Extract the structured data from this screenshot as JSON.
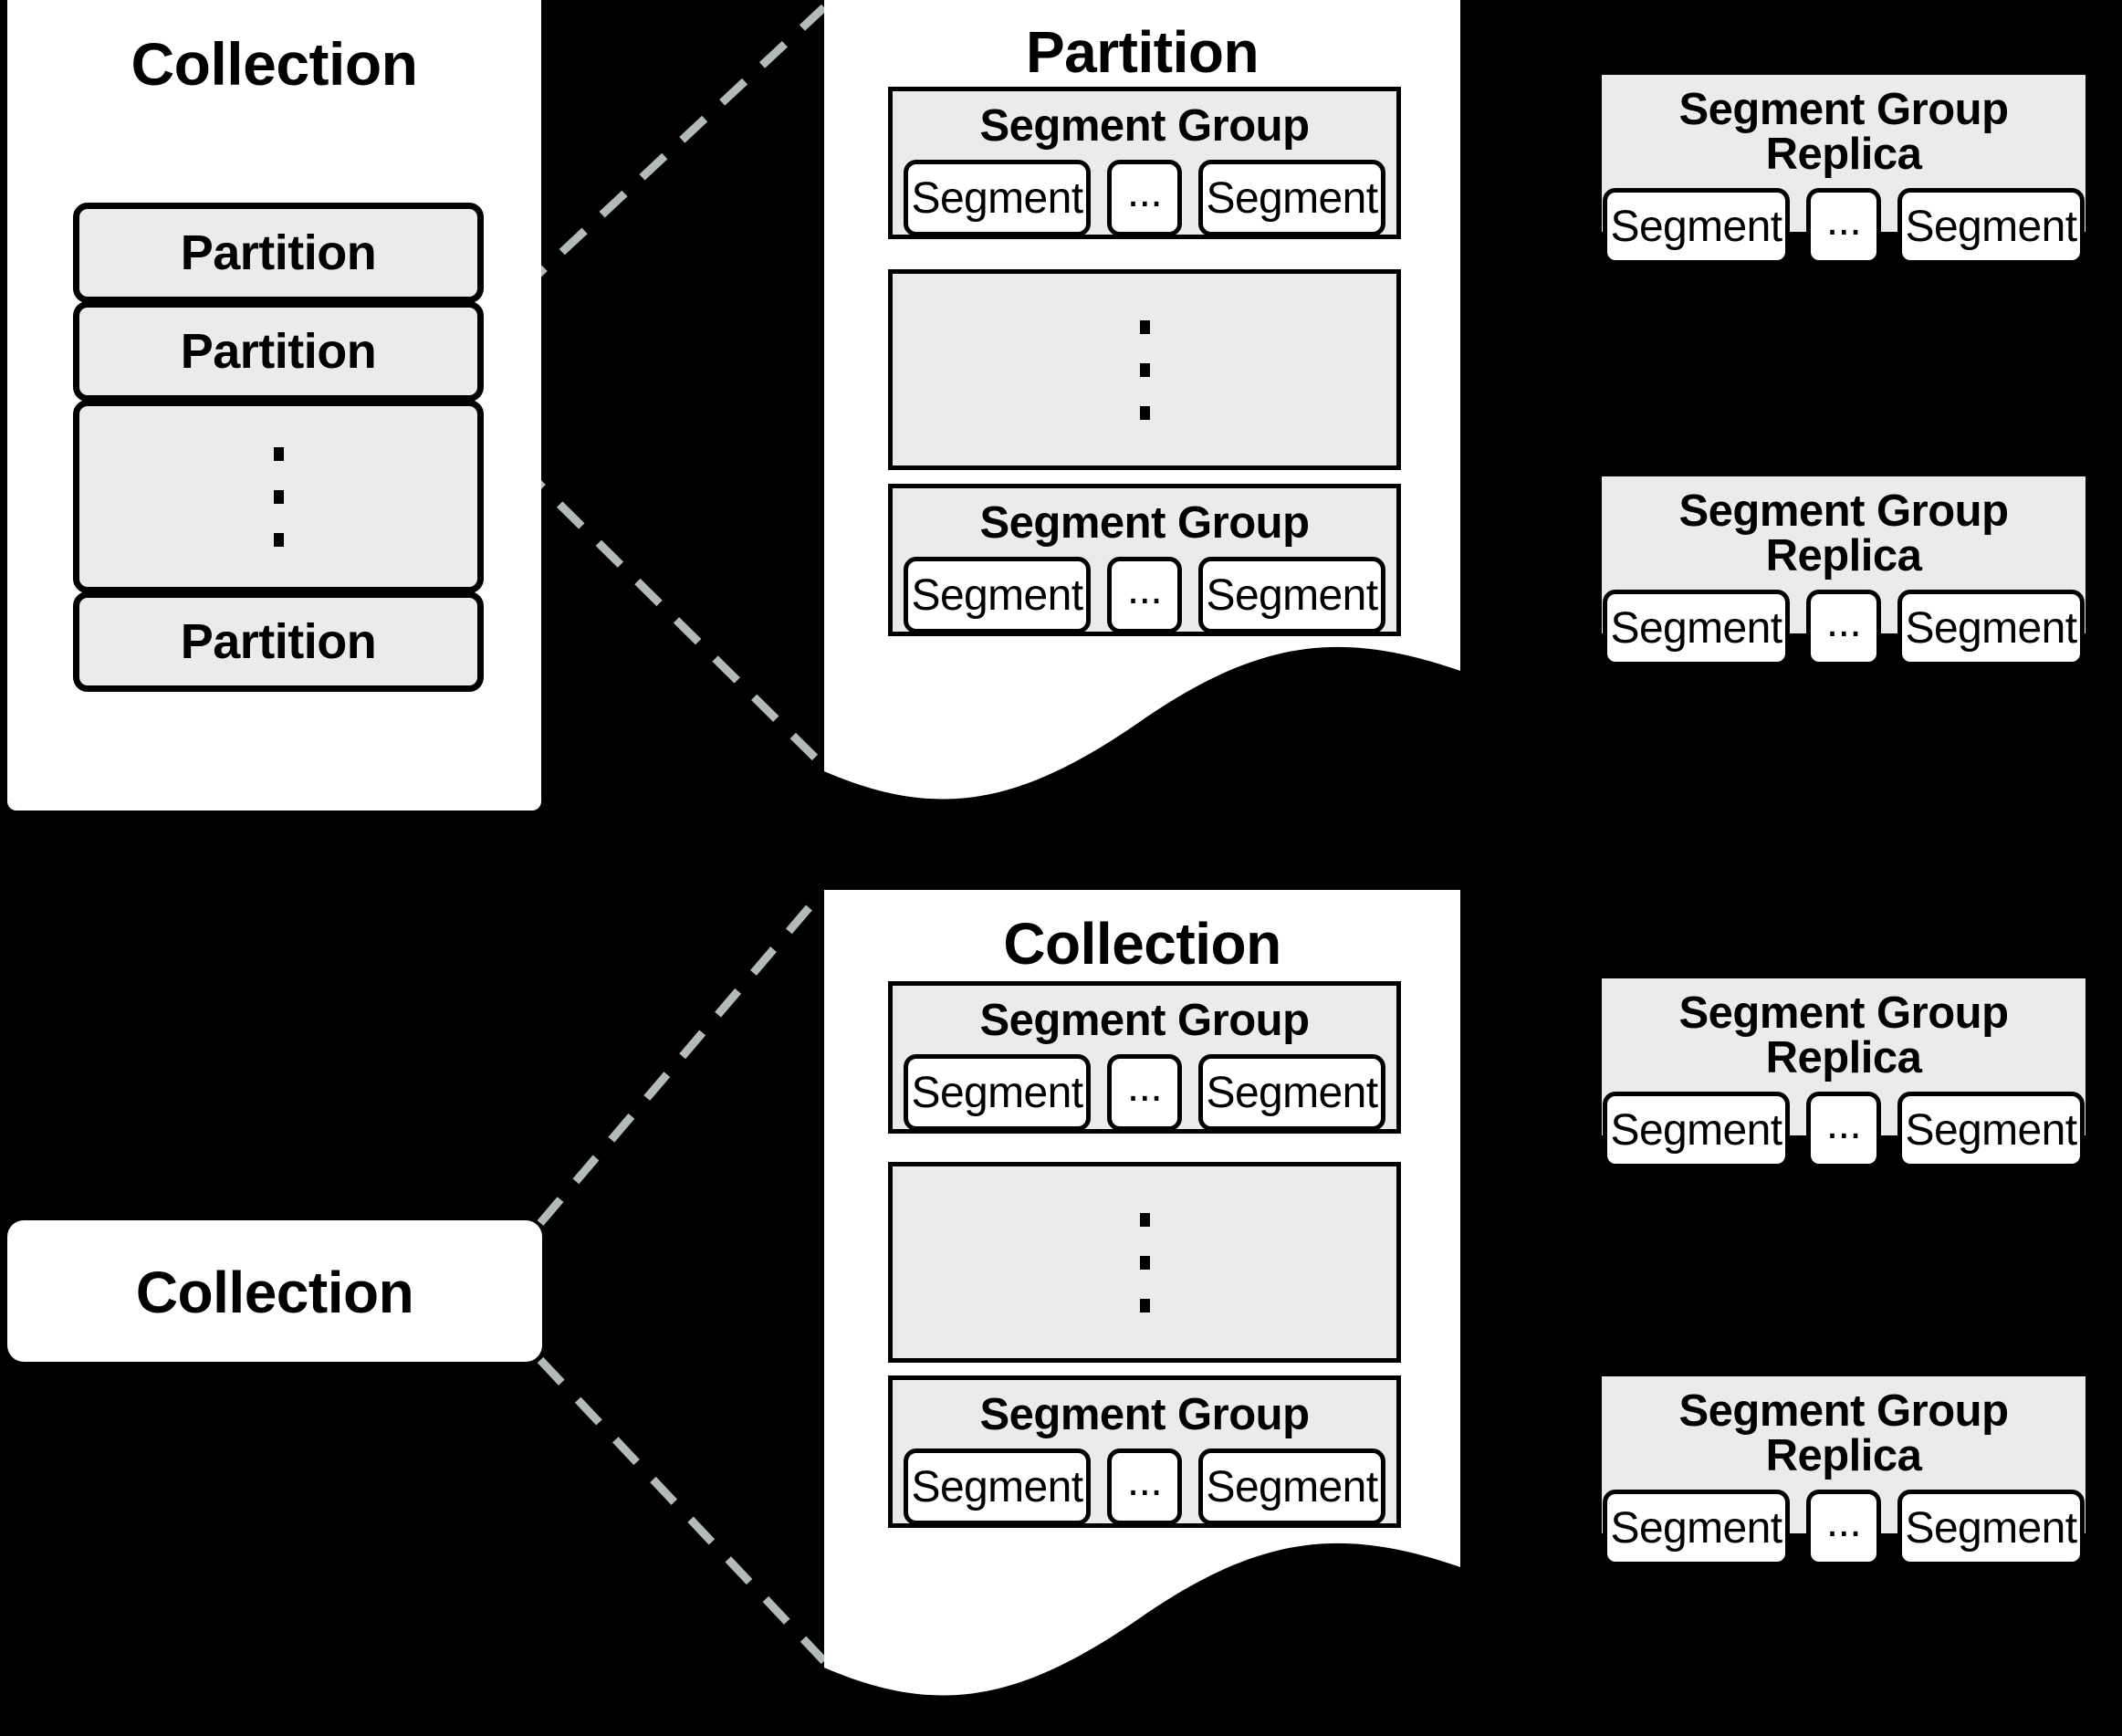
{
  "diagram": {
    "background_color": "#000000",
    "panel_color": "#ffffff",
    "box_color": "#ebebeb",
    "connector_color": "#b3b3b3",
    "labels": {
      "collection": "Collection",
      "partition": "Partition",
      "segment_group": "Segment Group",
      "segment_group_replica": "Segment Group Replica",
      "segment": "Segment",
      "ellipsis": "..."
    }
  },
  "top_row": {
    "left_collection": {
      "title": "Collection",
      "partitions": [
        {
          "label": "Partition",
          "type": "item"
        },
        {
          "label": "Partition",
          "type": "item"
        },
        {
          "label": "",
          "type": "vertical-ellipsis"
        },
        {
          "label": "Partition",
          "type": "item"
        }
      ]
    },
    "detail_panel": {
      "title": "Partition",
      "segment_groups": [
        {
          "title": "Segment Group",
          "segments": [
            {
              "label": "Segment"
            },
            {
              "label": "..."
            },
            {
              "label": "Segment"
            }
          ]
        },
        {
          "title": "",
          "type": "vertical-ellipsis"
        },
        {
          "title": "Segment Group",
          "segments": [
            {
              "label": "Segment"
            },
            {
              "label": "..."
            },
            {
              "label": "Segment"
            }
          ]
        }
      ]
    },
    "replicas": [
      {
        "title": "Segment Group Replica",
        "segments": [
          {
            "label": "Segment"
          },
          {
            "label": "..."
          },
          {
            "label": "Segment"
          }
        ]
      },
      {
        "title": "Segment Group Replica",
        "segments": [
          {
            "label": "Segment"
          },
          {
            "label": "..."
          },
          {
            "label": "Segment"
          }
        ]
      }
    ]
  },
  "bottom_row": {
    "left_collection": {
      "title": "Collection"
    },
    "detail_panel": {
      "title": "Collection",
      "segment_groups": [
        {
          "title": "Segment Group",
          "segments": [
            {
              "label": "Segment"
            },
            {
              "label": "..."
            },
            {
              "label": "Segment"
            }
          ]
        },
        {
          "title": "",
          "type": "vertical-ellipsis"
        },
        {
          "title": "Segment Group",
          "segments": [
            {
              "label": "Segment"
            },
            {
              "label": "..."
            },
            {
              "label": "Segment"
            }
          ]
        }
      ]
    },
    "replicas": [
      {
        "title": "Segment Group Replica",
        "segments": [
          {
            "label": "Segment"
          },
          {
            "label": "..."
          },
          {
            "label": "Segment"
          }
        ]
      },
      {
        "title": "Segment Group Replica",
        "segments": [
          {
            "label": "Segment"
          },
          {
            "label": "..."
          },
          {
            "label": "Segment"
          }
        ]
      }
    ]
  }
}
